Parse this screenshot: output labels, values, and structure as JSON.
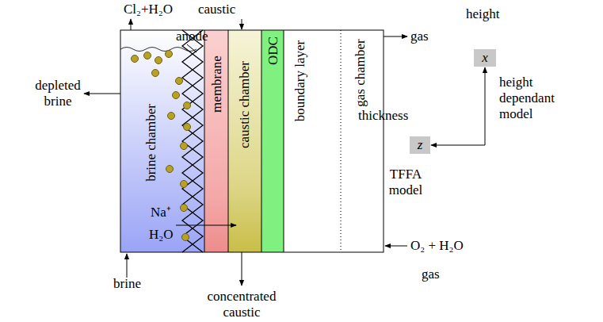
{
  "diagram": {
    "nodes": [
      {
        "text": [
          "brine chamber"
        ]
      },
      {
        "text": [
          "membrane"
        ]
      },
      {
        "text": [
          "caustic chamber"
        ]
      },
      {
        "text": [
          "ODC"
        ]
      },
      {
        "text": [
          "boundary layer"
        ]
      },
      {
        "text": [
          "gas chamber"
        ]
      },
      {
        "text": [
          "x"
        ]
      },
      {
        "text": [
          "z"
        ]
      }
    ],
    "edges": [
      {
        "from": 6,
        "to": 7,
        "arrow": "both"
      }
    ],
    "labels": [
      "Cl₂+H₂O",
      "caustic",
      "anode",
      "depleted brine",
      "gas",
      "brine",
      "concentrated caustic",
      "O₂ + H₂O",
      "gas",
      "Na⁺",
      "H₂O",
      "height",
      "height dependant model",
      "thickness",
      "TFFA model"
    ]
  }
}
